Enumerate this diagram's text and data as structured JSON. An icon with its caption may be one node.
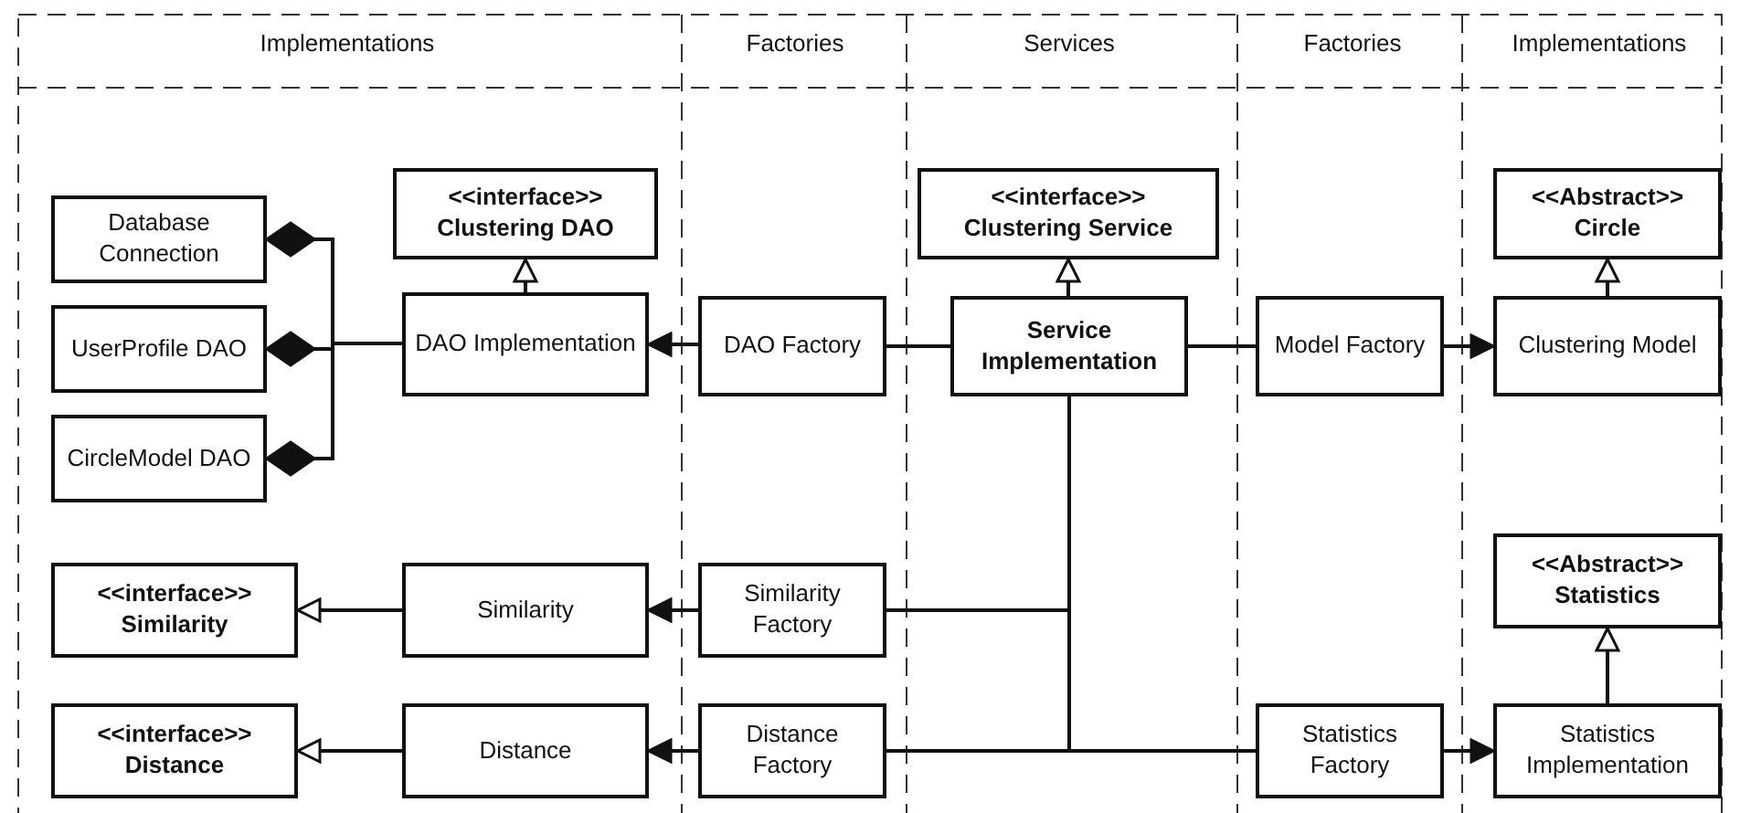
{
  "diagram": {
    "nodes": [
      {
        "text": [
          "<<interface>>",
          "Clustering DAO"
        ]
      },
      {
        "text": [
          "Database Connection"
        ]
      },
      {
        "text": [
          "UserProfile DAO"
        ]
      },
      {
        "text": [
          "CircleModel DAO"
        ]
      },
      {
        "text": [
          "DAO Implementation"
        ]
      },
      {
        "text": [
          "DAO Factory"
        ]
      },
      {
        "text": [
          "<<interface>>",
          "Clustering Service"
        ]
      },
      {
        "text": [
          "Service Implementation"
        ]
      },
      {
        "text": [
          "Model Factory"
        ]
      },
      {
        "text": [
          "<<Abstract>>",
          "Circle"
        ]
      },
      {
        "text": [
          "Clustering Model"
        ]
      },
      {
        "text": [
          "<<interface>>",
          "Similarity"
        ]
      },
      {
        "text": [
          "Similarity"
        ]
      },
      {
        "text": [
          "Similarity Factory"
        ]
      },
      {
        "text": [
          "<<Abstract>>",
          "Statistics"
        ]
      },
      {
        "text": [
          "<<interface>>",
          "Distance"
        ]
      },
      {
        "text": [
          "Distance"
        ]
      },
      {
        "text": [
          "Distance Factory"
        ]
      },
      {
        "text": [
          "Statistics Factory"
        ]
      },
      {
        "text": [
          "Statistics Implementation"
        ]
      }
    ],
    "edges": [
      {
        "from": 4,
        "to": 0,
        "arrow": "to"
      },
      {
        "from": 4,
        "to": 1,
        "arrow": "other"
      },
      {
        "from": 4,
        "to": 2,
        "arrow": "other"
      },
      {
        "from": 4,
        "to": 3,
        "arrow": "other"
      },
      {
        "from": 5,
        "to": 4,
        "arrow": "to"
      },
      {
        "from": 7,
        "to": 5,
        "arrow": "none"
      },
      {
        "from": 7,
        "to": 6,
        "arrow": "to"
      },
      {
        "from": 7,
        "to": 8,
        "arrow": "none"
      },
      {
        "from": 8,
        "to": 10,
        "arrow": "to"
      },
      {
        "from": 10,
        "to": 9,
        "arrow": "to"
      },
      {
        "from": 7,
        "to": 13,
        "arrow": "none"
      },
      {
        "from": 7,
        "to": 17,
        "arrow": "none"
      },
      {
        "from": 7,
        "to": 18,
        "arrow": "none"
      },
      {
        "from": 13,
        "to": 12,
        "arrow": "to"
      },
      {
        "from": 12,
        "to": 11,
        "arrow": "to"
      },
      {
        "from": 17,
        "to": 16,
        "arrow": "to"
      },
      {
        "from": 16,
        "to": 15,
        "arrow": "to"
      },
      {
        "from": 18,
        "to": 19,
        "arrow": "to"
      },
      {
        "from": 19,
        "to": 14,
        "arrow": "to"
      }
    ],
    "labels": [
      "Implementations",
      "Factories",
      "Services",
      "Factories",
      "Implementations"
    ]
  }
}
